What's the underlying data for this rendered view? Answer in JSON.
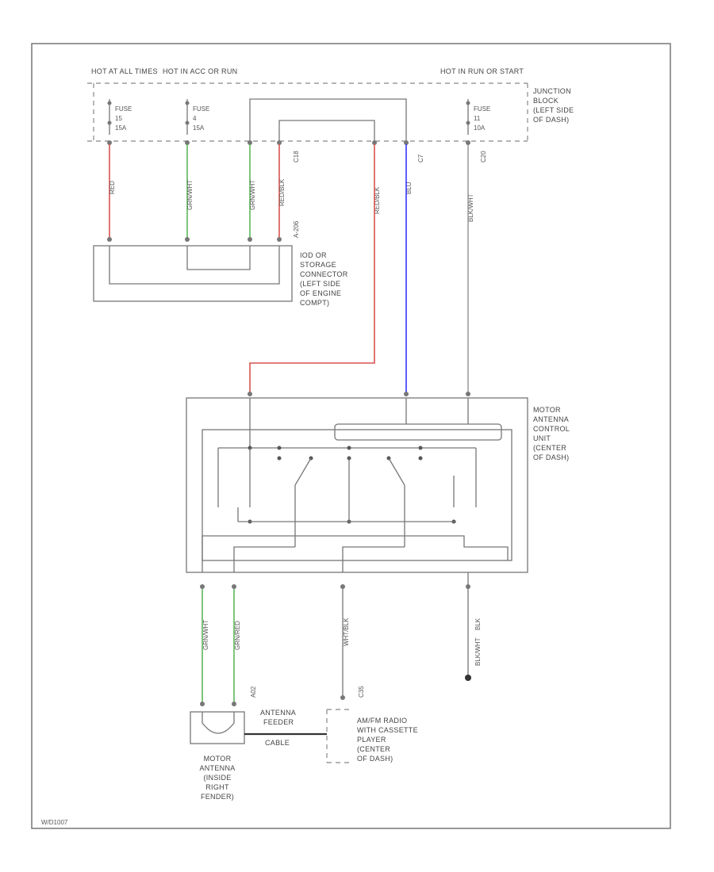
{
  "diagram_id": "W/D1007",
  "power_sources": [
    {
      "label": "HOT AT ALL TIMES"
    },
    {
      "label": "HOT IN ACC OR RUN"
    },
    {
      "label": "HOT IN RUN OR START"
    }
  ],
  "fuses": [
    {
      "label": "FUSE",
      "number": "15",
      "rating": "15A"
    },
    {
      "label": "FUSE",
      "number": "4",
      "rating": "15A"
    },
    {
      "label": "FUSE",
      "number": "11",
      "rating": "10A"
    }
  ],
  "junction_block": {
    "lines": [
      "JUNCTION",
      "BLOCK",
      "(LEFT SIDE",
      "OF DASH)"
    ]
  },
  "connector_ids": {
    "c18": "C18",
    "c7": "C7",
    "c20": "C20",
    "a": "A-206",
    "b": "A02",
    "c": "C35"
  },
  "wire_colors": {
    "red": "RED",
    "grn_wht_1": "GRN/WHT",
    "grn_wht_2": "GRN/WHT",
    "red_blk_1": "RED/BLK",
    "red_blk_2": "RED/BLK",
    "blu": "BLU",
    "blk_wht": "BLK/WHT",
    "grn_wht_3": "GRN/WHT",
    "grn_red": "GRN/RED",
    "wht_blk": "WHT/BLK",
    "blk_red": "BLK",
    "blk_wht_2": "BLK/WHT"
  },
  "ground_label": "BLK",
  "ground_label2": "BLK/WHT",
  "ide_connector": {
    "lines": [
      "IOD OR",
      "STORAGE",
      "CONNECTOR",
      "(LEFT SIDE",
      "OF ENGINE",
      "COMPT)"
    ]
  },
  "control_unit": {
    "lines": [
      "MOTOR",
      "ANTENNA",
      "CONTROL",
      "UNIT",
      "(CENTER",
      "OF DASH)"
    ]
  },
  "motor_antenna": {
    "lines": [
      "MOTOR",
      "ANTENNA",
      "(INSIDE",
      "RIGHT",
      "FENDER)"
    ]
  },
  "feeder_cable": {
    "lines": [
      "ANTENNA",
      "FEEDER",
      "CABLE"
    ]
  },
  "radio": {
    "lines": [
      "AM/FM RADIO",
      "WITH CASSETTE",
      "PLAYER",
      "(CENTER",
      "OF DASH)"
    ]
  },
  "colors": {
    "red_wire": "#d9534f",
    "green_wire": "#5cb85c",
    "blue_wire": "#3333ff",
    "line": "#777777"
  }
}
